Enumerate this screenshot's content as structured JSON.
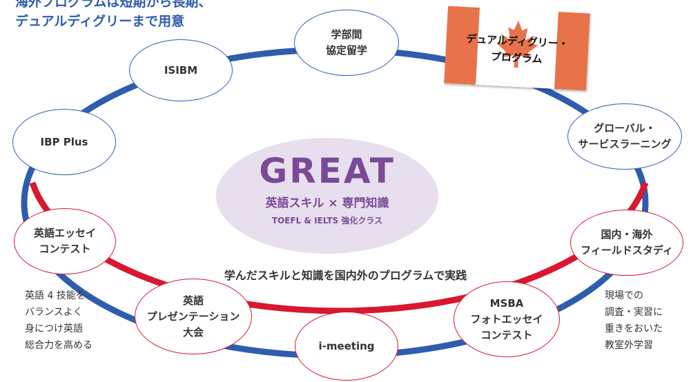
{
  "heading": {
    "line1": "海外プログラムは短期から長期、",
    "line2": "デュアルディグリーまで用意"
  },
  "center": {
    "title": "GREAT",
    "subtitle": "英語スキル × 専門知識",
    "sub2": "TOEFL & IELTS 強化クラス"
  },
  "practice_text": "学んだスキルと知識を国内外のプログラムで実践",
  "nodes": {
    "gakubu": [
      "学部間",
      "協定留学"
    ],
    "isibm": [
      "ISIBM"
    ],
    "ibp": [
      "IBP Plus"
    ],
    "essay": [
      "英語エッセイ",
      "コンテスト"
    ],
    "presentation": [
      "英語",
      "プレゼンテーション",
      "大会"
    ],
    "imeeting": [
      "i-meeting"
    ],
    "msba": [
      "MSBA",
      "フォトエッセイ",
      "コンテスト"
    ],
    "field": [
      "国内・海外",
      "フィールドスタディ"
    ],
    "global": [
      "グローバル・",
      "サービスラーニング"
    ]
  },
  "dual_degree": [
    "デュアルディグリー・",
    "プログラム"
  ],
  "left_note": [
    "英語 4 技能を",
    "バランスよく",
    "身につけ英語",
    "総合力を高める"
  ],
  "right_note": [
    "現場での",
    "調査・実習に",
    "重きをおいた",
    "教室外学習"
  ],
  "colors": {
    "blue": "#2f5dad",
    "red": "#d9172f",
    "purple": "#7a4a97",
    "center_bg": "#e7dfee",
    "flag_red": "#e8734a"
  }
}
